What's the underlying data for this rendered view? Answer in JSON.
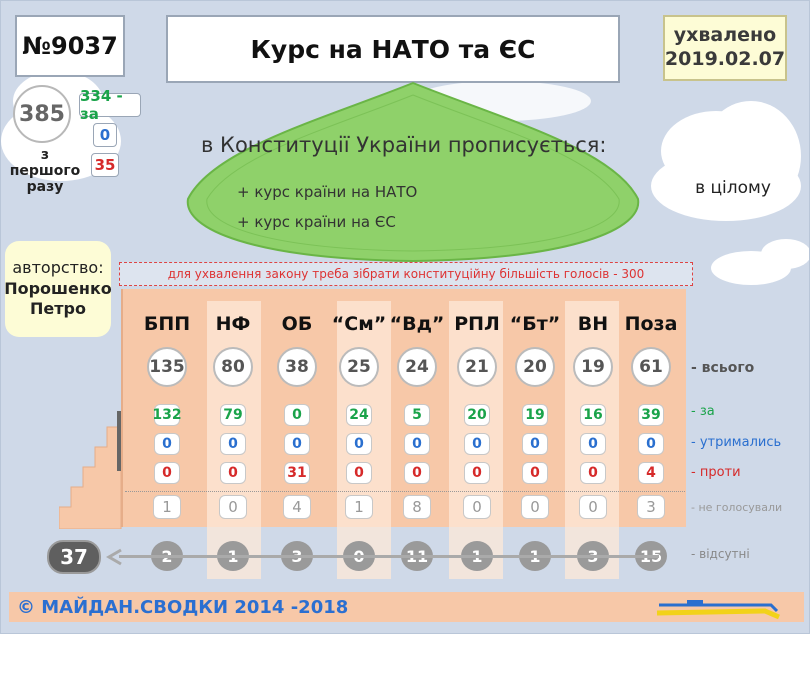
{
  "header": {
    "law_number": "№9037",
    "title": "Курс на НАТО та ЄС",
    "approved_label": "ухвалено",
    "approved_date": "2019.02.07"
  },
  "first_reading": {
    "total": "385",
    "for": "334 - за",
    "abstained": "0",
    "against": "35",
    "label_line1": "з",
    "label_line2": "першого",
    "label_line3": "разу"
  },
  "summary": {
    "heading": "в Конституції України прописується:",
    "items": [
      "+ курс країни на НАТО",
      "+ курс країни на ЄС"
    ],
    "whole": "в цілому"
  },
  "authorship": {
    "label": "авторство:",
    "name_line1": "Порошенко",
    "name_line2": "Петро"
  },
  "notice": "для ухвалення закону треба зібрати конституційну більшість голосів - 300",
  "factions": [
    {
      "name": "БПП",
      "total": "135",
      "for": "132",
      "abstained": "0",
      "against": "0",
      "not_voted": "1",
      "absent": "2"
    },
    {
      "name": "НФ",
      "total": "80",
      "for": "79",
      "abstained": "0",
      "against": "0",
      "not_voted": "0",
      "absent": "1"
    },
    {
      "name": "ОБ",
      "total": "38",
      "for": "0",
      "abstained": "0",
      "against": "31",
      "not_voted": "4",
      "absent": "3"
    },
    {
      "name": "“См”",
      "total": "25",
      "for": "24",
      "abstained": "0",
      "against": "0",
      "not_voted": "1",
      "absent": "0"
    },
    {
      "name": "“Вд”",
      "total": "24",
      "for": "5",
      "abstained": "0",
      "against": "0",
      "not_voted": "8",
      "absent": "11"
    },
    {
      "name": "РПЛ",
      "total": "21",
      "for": "20",
      "abstained": "0",
      "against": "0",
      "not_voted": "0",
      "absent": "1"
    },
    {
      "name": "“Бт”",
      "total": "20",
      "for": "19",
      "abstained": "0",
      "against": "0",
      "not_voted": "0",
      "absent": "1"
    },
    {
      "name": "ВН",
      "total": "19",
      "for": "16",
      "abstained": "0",
      "against": "0",
      "not_voted": "0",
      "absent": "3"
    },
    {
      "name": "Поза",
      "total": "61",
      "for": "39",
      "abstained": "0",
      "against": "4",
      "not_voted": "3",
      "absent": "15"
    }
  ],
  "row_labels": {
    "total": "- всього",
    "for": "- за",
    "abstained": "- утримались",
    "against": "- проти",
    "not_voted": "- не голосували",
    "absent": "- відсутні"
  },
  "absent_total": "37",
  "footer": {
    "copyright": "© МАЙДАН.СВОДКИ 2014 -2018"
  },
  "colors": {
    "for": "#1aa34a",
    "abstained": "#2a6fcf",
    "against": "#d62a2a",
    "leaf": "#8fd16a",
    "building": "#f7c8a8"
  }
}
